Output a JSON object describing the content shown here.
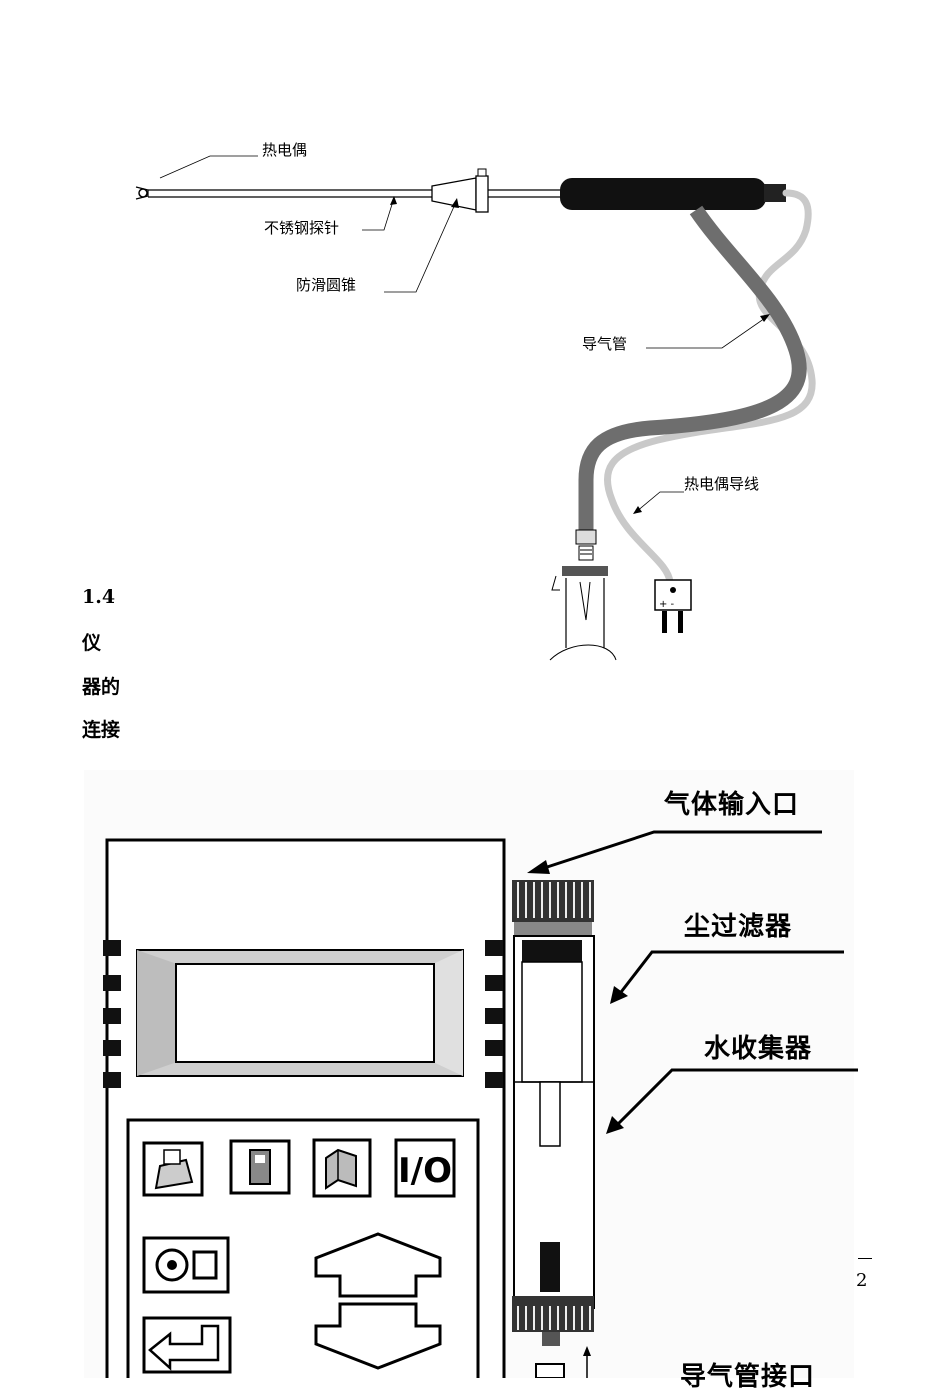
{
  "probe_figure": {
    "labels": {
      "thermocouple": "热电偶",
      "stainless_probe": "不锈钢探针",
      "anti_slip_cone": "防滑圆锥",
      "gas_tube": "导气管",
      "thermocouple_wire": "热电偶导线"
    },
    "connector_polarity": "+ -"
  },
  "section": {
    "number": "1.4",
    "title_lines": [
      "仪",
      "器的",
      "连接"
    ]
  },
  "analyzer_figure": {
    "labels": {
      "gas_inlet": "气体输入口",
      "dust_filter": "尘过滤器",
      "water_collector": "水收集器",
      "gas_tube_port": "导气管接口"
    },
    "keys": {
      "io": "I/O"
    }
  },
  "page": {
    "number": "2"
  }
}
